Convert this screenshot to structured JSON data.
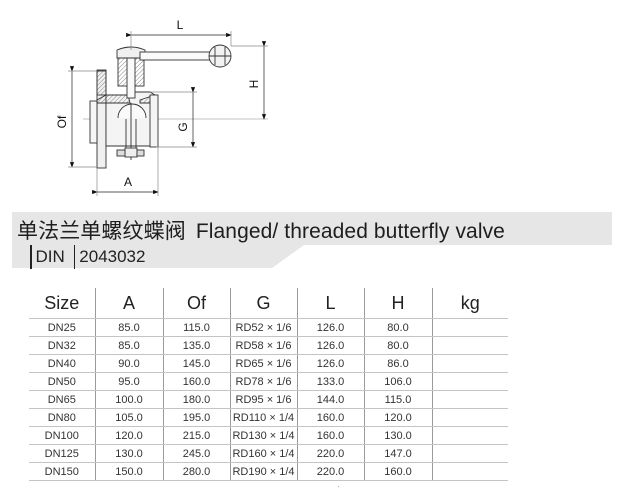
{
  "drawing": {
    "description": "Flanged/threaded butterfly valve technical drawing",
    "dimension_labels": {
      "L": "L",
      "H": "H",
      "Of": "Of",
      "G": "G",
      "A": "A"
    }
  },
  "header": {
    "title_cn": "单法兰单螺纹蝶阀",
    "title_en": "Flanged/ threaded butterfly valve",
    "standard": "DIN",
    "code": "2043032",
    "banner_color": "#e6e6e6"
  },
  "table": {
    "columns": [
      "Size",
      "A",
      "Of",
      "G",
      "L",
      "H",
      "kg"
    ],
    "rows": [
      [
        "DN25",
        "85.0",
        "115.0",
        "RD52 × 1/6",
        "126.0",
        "80.0",
        ""
      ],
      [
        "DN32",
        "85.0",
        "135.0",
        "RD58 × 1/6",
        "126.0",
        "80.0",
        ""
      ],
      [
        "DN40",
        "90.0",
        "145.0",
        "RD65 × 1/6",
        "126.0",
        "86.0",
        ""
      ],
      [
        "DN50",
        "95.0",
        "160.0",
        "RD78 × 1/6",
        "133.0",
        "106.0",
        ""
      ],
      [
        "DN65",
        "100.0",
        "180.0",
        "RD95 × 1/6",
        "144.0",
        "115.0",
        ""
      ],
      [
        "DN80",
        "105.0",
        "195.0",
        "RD110 × 1/4",
        "160.0",
        "120.0",
        ""
      ],
      [
        "DN100",
        "120.0",
        "215.0",
        "RD130 × 1/4",
        "160.0",
        "130.0",
        ""
      ],
      [
        "DN125",
        "130.0",
        "245.0",
        "RD160 × 1/4",
        "220.0",
        "147.0",
        ""
      ],
      [
        "DN150",
        "150.0",
        "280.0",
        "RD190 × 1/4",
        "220.0",
        "160.0",
        ""
      ]
    ]
  }
}
